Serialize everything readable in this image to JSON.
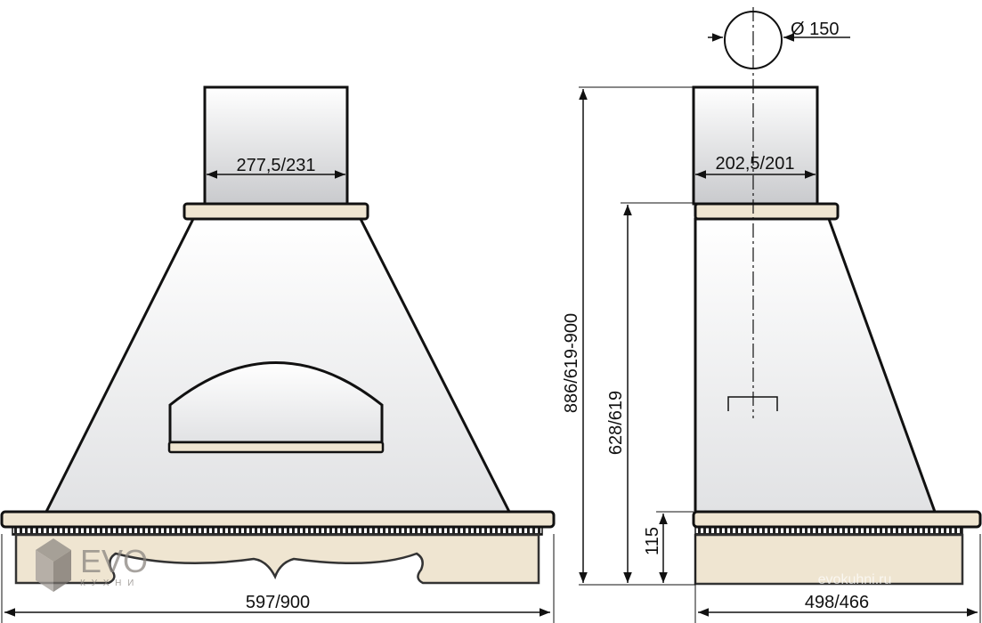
{
  "front_view": {
    "chimney_width": "277,5/231",
    "total_width": "597/900"
  },
  "side_view": {
    "chimney_depth": "202,5/201",
    "duct_diameter": "Ø 150",
    "total_height": "886/619-900",
    "body_height": "628/619",
    "base_height": "115",
    "total_depth": "498/466"
  },
  "watermark": {
    "logo_main": "EVO",
    "logo_sub": "К У Х Н И",
    "site": "evokuhni.ru"
  },
  "colors": {
    "line": "#111111",
    "beige": "#efe5d1",
    "panel": "#f7f5ef"
  }
}
